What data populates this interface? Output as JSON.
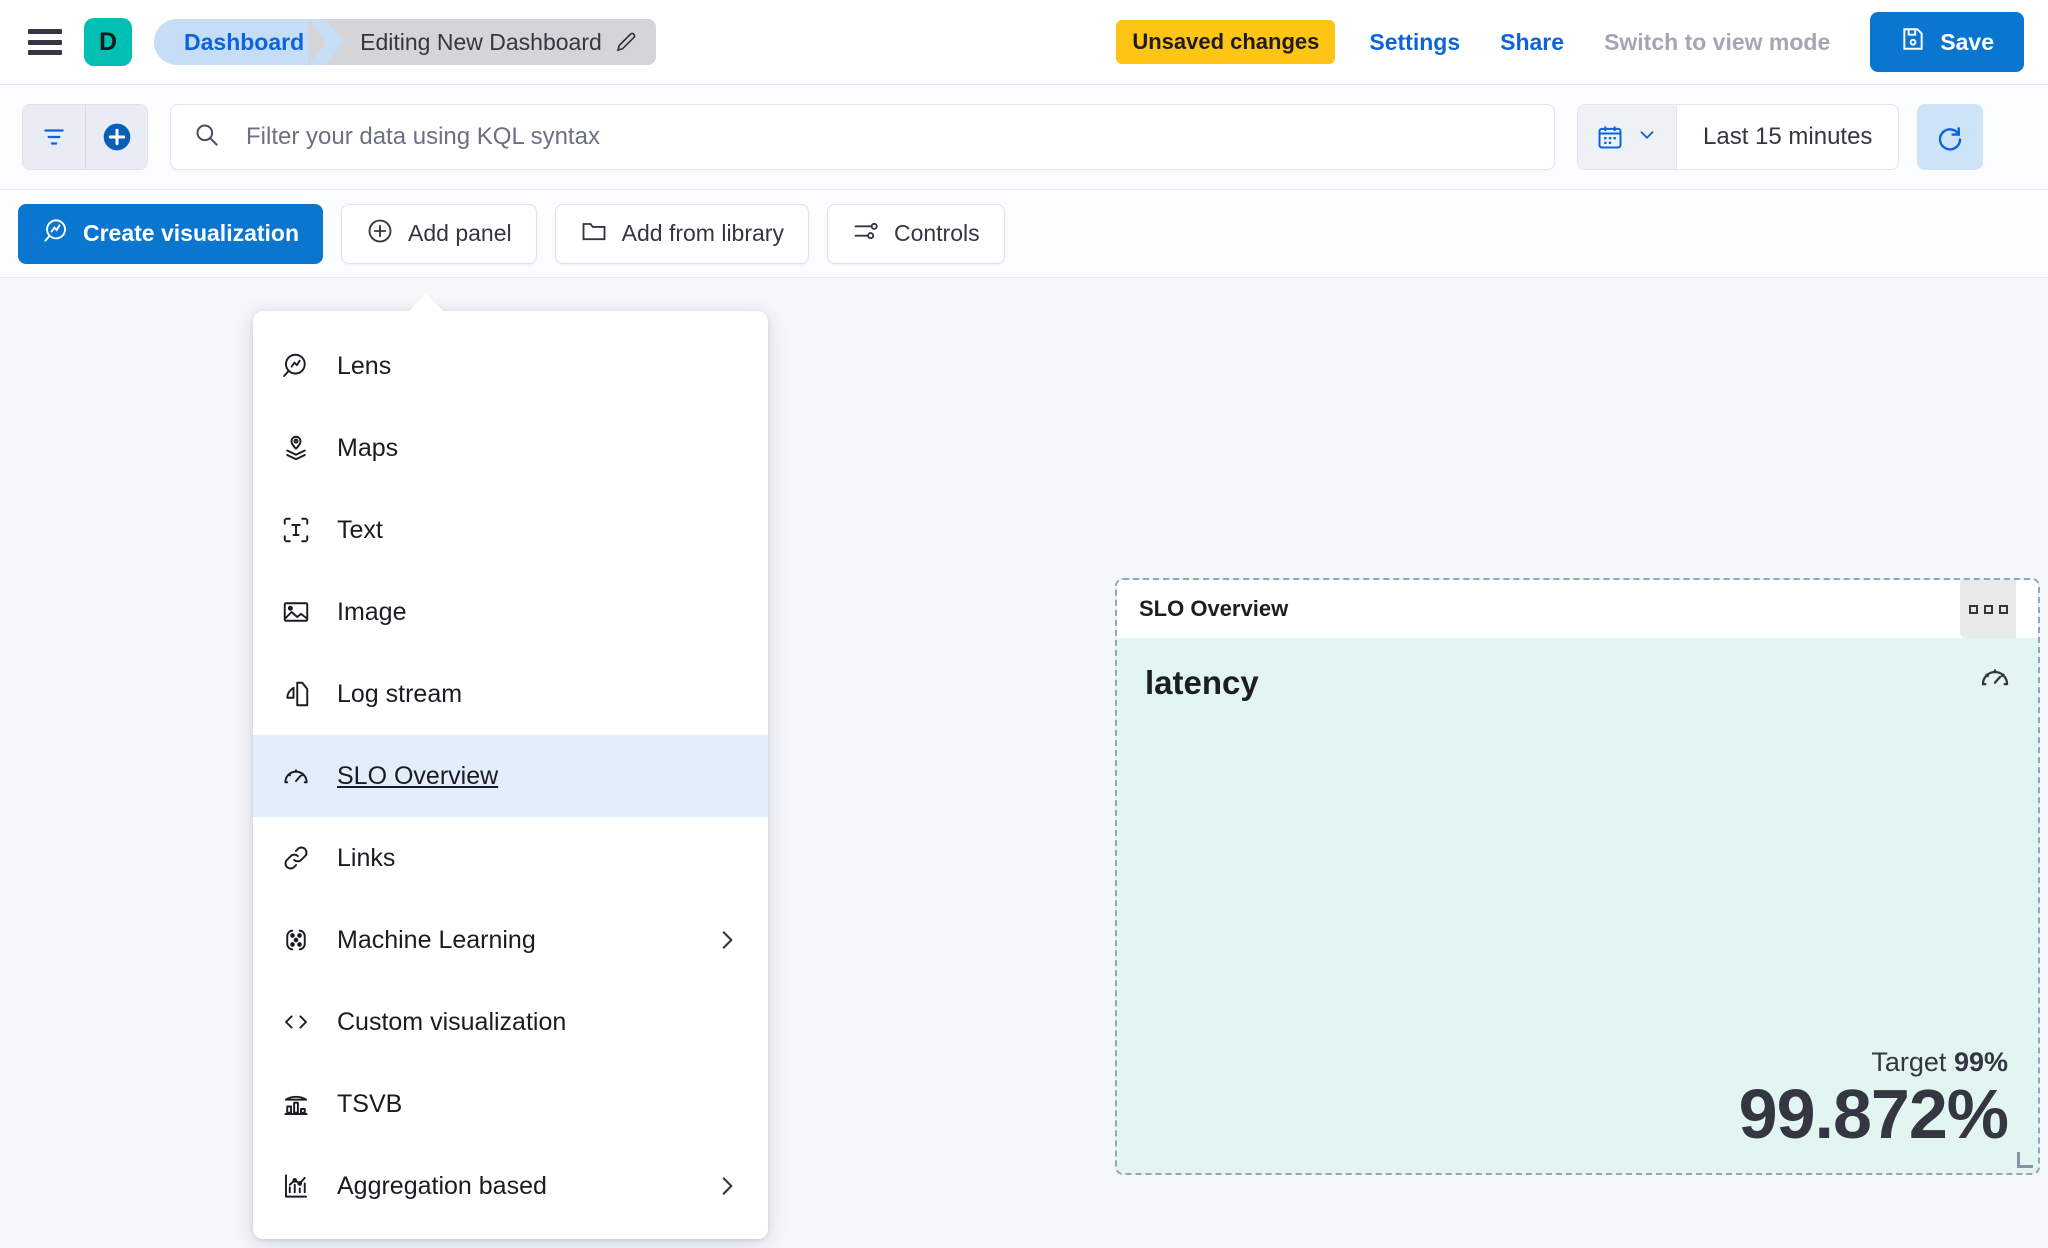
{
  "header": {
    "menu_icon": "hamburger-icon",
    "avatar_initial": "D",
    "avatar_color": "#00bfb3",
    "breadcrumb_root": "Dashboard",
    "breadcrumb_current": "Editing New Dashboard",
    "edit_icon": "pencil-icon",
    "unsaved_badge": "Unsaved changes",
    "unsaved_badge_color": "#fec514",
    "settings_link": "Settings",
    "share_link": "Share",
    "view_mode_link": "Switch to view mode",
    "save_label": "Save",
    "save_icon": "save-disk-icon",
    "accent_color": "#0b76d0"
  },
  "querybar": {
    "filter_icon": "filter-icon",
    "add_filter_icon": "plus-circle-icon",
    "search_icon": "search-icon",
    "search_value": "",
    "search_placeholder": "Filter your data using KQL syntax",
    "calendar_icon": "calendar-icon",
    "chevron_icon": "chevron-down-icon",
    "time_range": "Last 15 minutes",
    "refresh_icon": "refresh-icon"
  },
  "toolbar": {
    "create_visualization": "Create visualization",
    "add_panel": "Add panel",
    "add_from_library": "Add from library",
    "controls": "Controls"
  },
  "add_panel_menu": {
    "items": [
      {
        "label": "Lens",
        "icon": "lens-icon",
        "has_submenu": false,
        "active": false
      },
      {
        "label": "Maps",
        "icon": "maps-pin-icon",
        "has_submenu": false,
        "active": false
      },
      {
        "label": "Text",
        "icon": "text-box-icon",
        "has_submenu": false,
        "active": false
      },
      {
        "label": "Image",
        "icon": "image-icon",
        "has_submenu": false,
        "active": false
      },
      {
        "label": "Log stream",
        "icon": "log-stream-icon",
        "has_submenu": false,
        "active": false
      },
      {
        "label": "SLO Overview",
        "icon": "gauge-icon",
        "has_submenu": false,
        "active": true
      },
      {
        "label": "Links",
        "icon": "link-icon",
        "has_submenu": false,
        "active": false
      },
      {
        "label": "Machine Learning",
        "icon": "ml-icon",
        "has_submenu": true,
        "active": false
      },
      {
        "label": "Custom visualization",
        "icon": "code-icon",
        "has_submenu": false,
        "active": false
      },
      {
        "label": "TSVB",
        "icon": "tsvb-icon",
        "has_submenu": false,
        "active": false
      },
      {
        "label": "Aggregation based",
        "icon": "agg-chart-icon",
        "has_submenu": true,
        "active": false
      }
    ]
  },
  "slo_panel": {
    "panel_title": "SLO Overview",
    "panel_menu_icon": "panel-context-menu-icon",
    "slo_name": "latency",
    "gauge_icon": "gauge-icon",
    "target_label": "Target",
    "target_value": "99%",
    "sli_value": "99.872%",
    "background_color": "#e2f5f1"
  }
}
